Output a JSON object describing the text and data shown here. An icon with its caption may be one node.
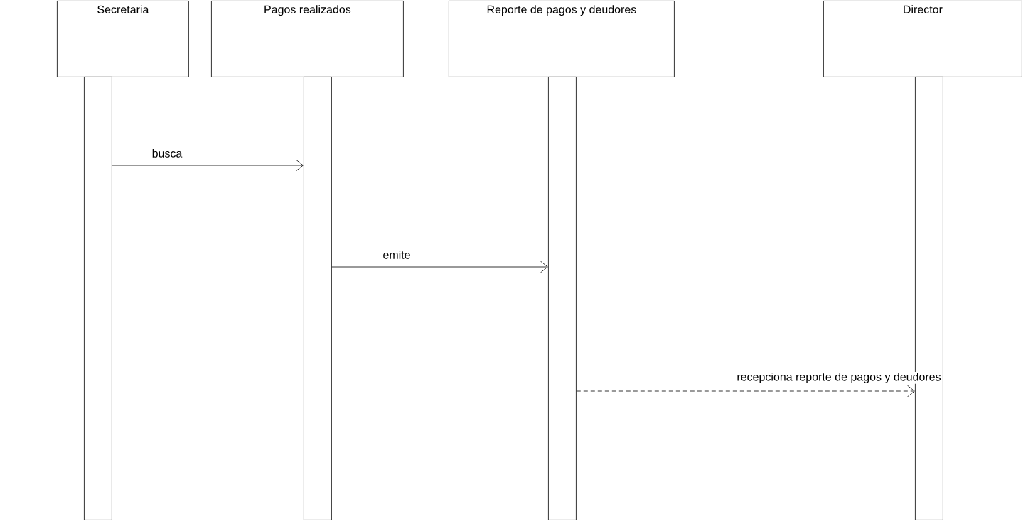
{
  "diagram": {
    "nodes": [
      {
        "text": [
          "Secretaria"
        ]
      },
      {
        "text": [
          "Pagos realizados"
        ]
      },
      {
        "text": [
          "Reporte de pagos y deudores"
        ]
      },
      {
        "text": [
          "Director"
        ]
      },
      {
        "text": [],
        "shape": "bar"
      },
      {
        "text": [],
        "shape": "bar"
      },
      {
        "text": [],
        "shape": "bar"
      },
      {
        "text": [],
        "shape": "bar"
      }
    ],
    "edges": [
      {
        "from": 4,
        "to": 5,
        "arrow": "to",
        "label": "busca"
      },
      {
        "from": 5,
        "to": 6,
        "arrow": "to",
        "label": "emite"
      },
      {
        "from": 6,
        "to": 7,
        "arrow": "to",
        "label": "recepciona reporte de pagos y deudores",
        "style": "dashed"
      }
    ]
  }
}
